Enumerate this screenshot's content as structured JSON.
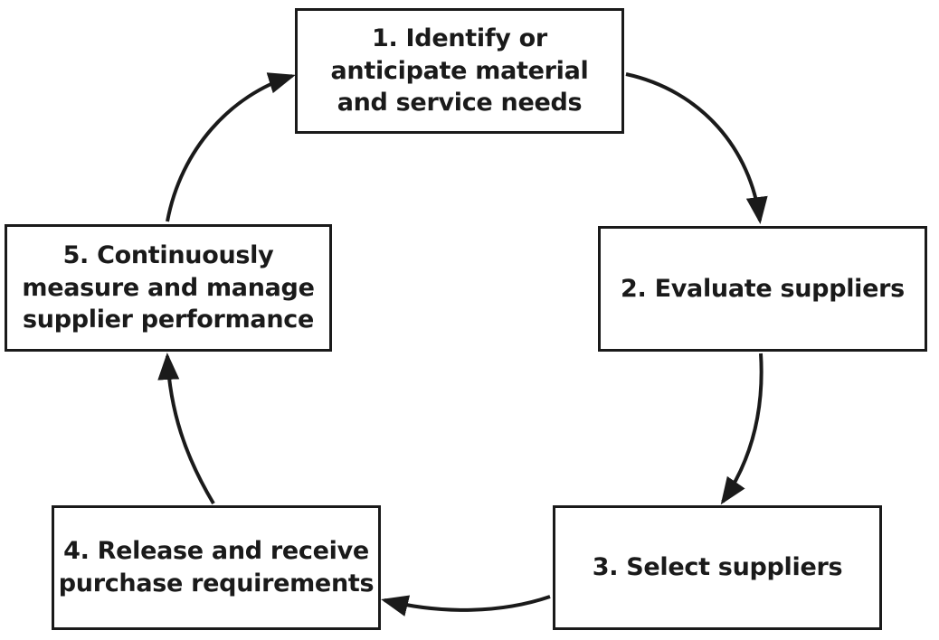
{
  "steps": [
    {
      "id": 1,
      "lines": [
        "1. Identify or",
        "anticipate material",
        "and service needs"
      ]
    },
    {
      "id": 2,
      "lines": [
        "2. Evaluate suppliers"
      ]
    },
    {
      "id": 3,
      "lines": [
        "3. Select suppliers"
      ]
    },
    {
      "id": 4,
      "lines": [
        "4. Release and receive",
        "purchase requirements"
      ]
    },
    {
      "id": 5,
      "lines": [
        "5. Continuously",
        "measure and manage",
        "supplier performance"
      ]
    }
  ],
  "flow": [
    {
      "from": 1,
      "to": 2
    },
    {
      "from": 2,
      "to": 3
    },
    {
      "from": 3,
      "to": 4
    },
    {
      "from": 4,
      "to": 5
    },
    {
      "from": 5,
      "to": 1
    }
  ],
  "colors": {
    "stroke": "#1a1a1a",
    "background": "#ffffff"
  }
}
